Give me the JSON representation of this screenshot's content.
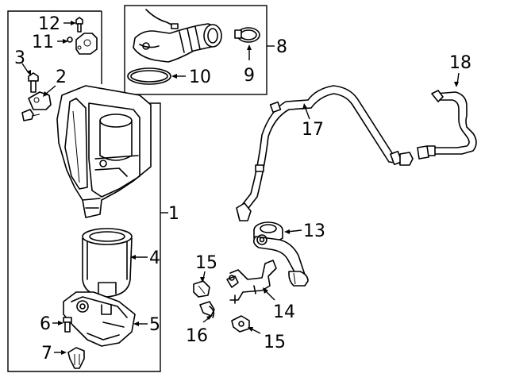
{
  "diagram": {
    "callouts": {
      "c1": "1",
      "c2": "2",
      "c3": "3",
      "c4": "4",
      "c5": "5",
      "c6": "6",
      "c7": "7",
      "c8": "8",
      "c9": "9",
      "c10": "10",
      "c11": "11",
      "c12": "12",
      "c13": "13",
      "c14": "14",
      "c15a": "15",
      "c15b": "15",
      "c16": "16",
      "c17": "17",
      "c18": "18"
    }
  }
}
